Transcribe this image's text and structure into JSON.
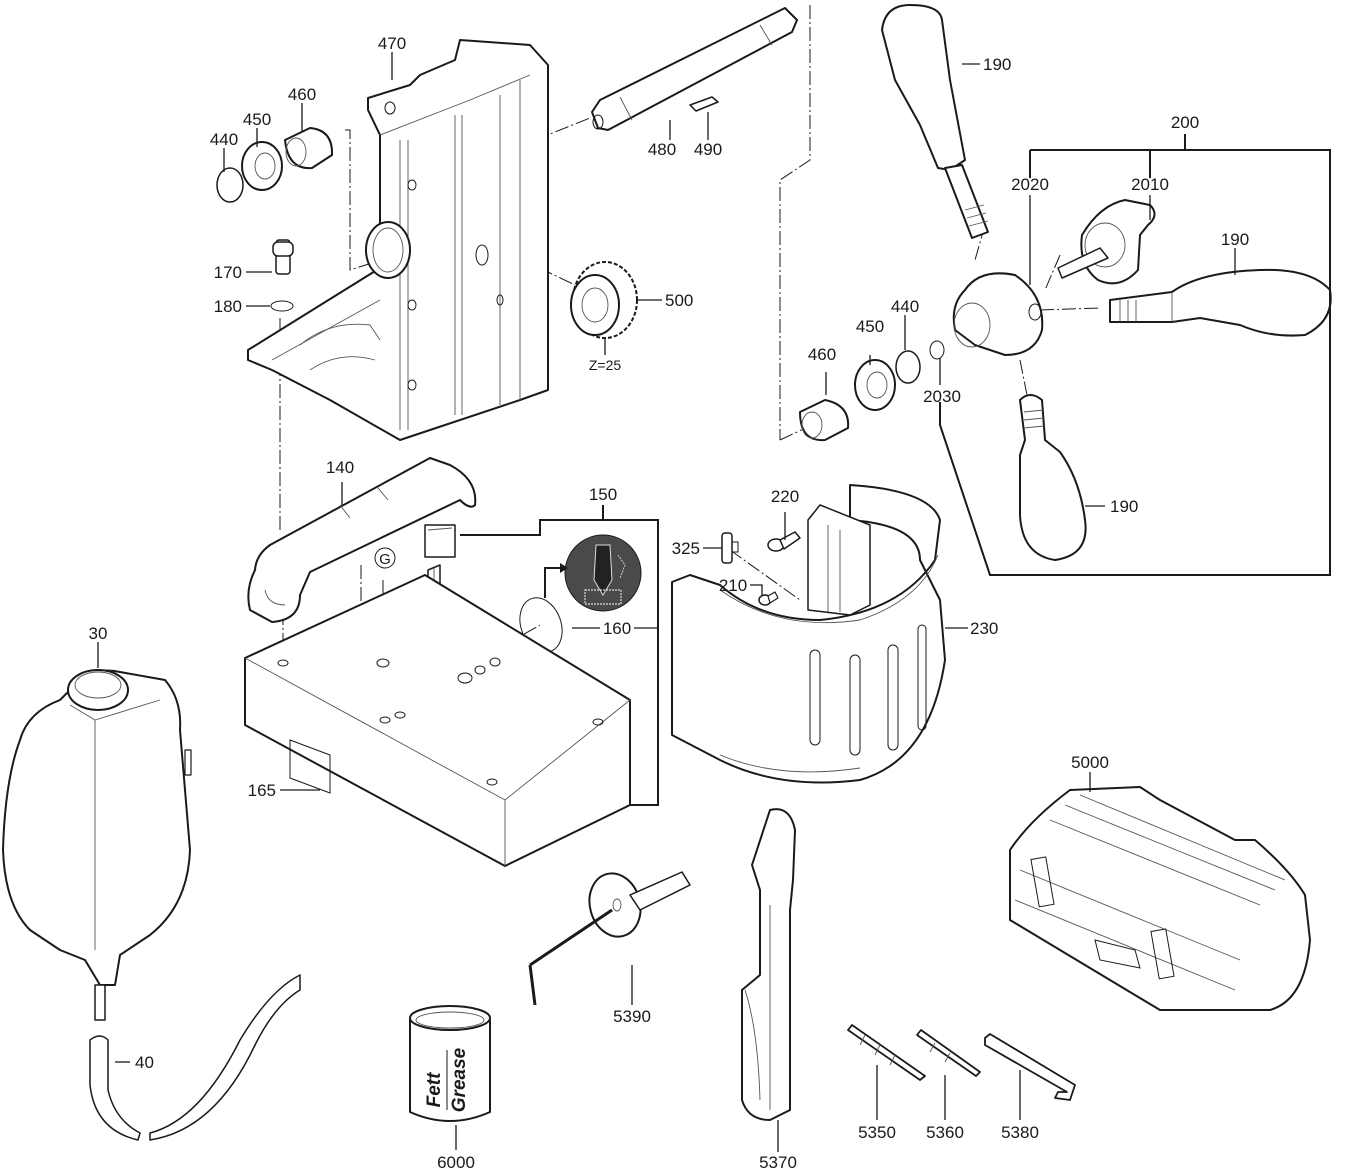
{
  "diagram": {
    "type": "exploded-parts-view",
    "colors": {
      "line": "#1a1a1a",
      "background": "#ffffff",
      "pictogram_bg": "#4a4a4a"
    },
    "labels": {
      "p470": "470",
      "p460a": "460",
      "p450a": "450",
      "p440a": "440",
      "p170": "170",
      "p180": "180",
      "p480": "480",
      "p490": "490",
      "p500": "500",
      "gear_teeth": "Z=25",
      "p190a": "190",
      "p200": "200",
      "p2020": "2020",
      "p2010": "2010",
      "p190b": "190",
      "p440b": "440",
      "p450b": "450",
      "p460b": "460",
      "p2030": "2030",
      "p190c": "190",
      "p140": "140",
      "p150": "150",
      "p160": "160",
      "p165": "165",
      "p220": "220",
      "p325": "325",
      "p210": "210",
      "p230": "230",
      "p30": "30",
      "p40": "40",
      "p5000": "5000",
      "p5390": "5390",
      "p5370": "5370",
      "p5350": "5350",
      "p5360": "5360",
      "p5380": "5380",
      "p6000": "6000"
    },
    "ground_symbol": "G",
    "grease_can": {
      "line1": "Fett",
      "line2": "Grease"
    }
  }
}
